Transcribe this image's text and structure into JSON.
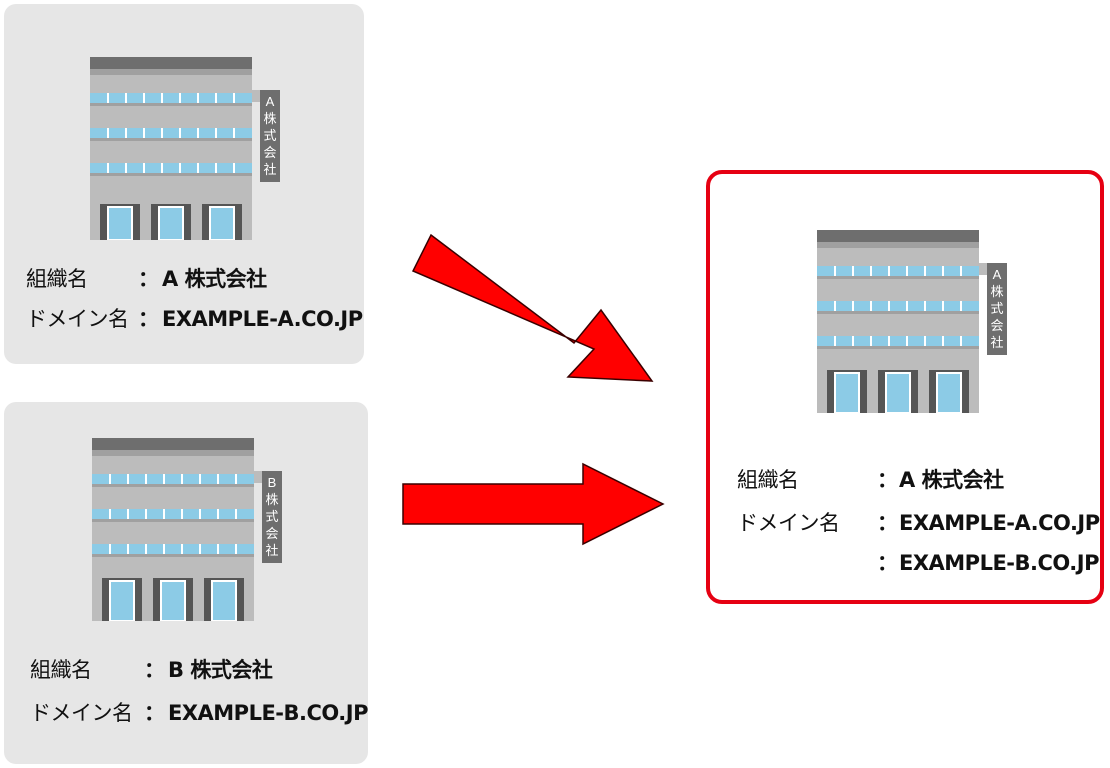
{
  "companies": [
    {
      "sign": [
        "A",
        "株",
        "式",
        "会",
        "社"
      ],
      "org_label": "組織名",
      "org_value": "A 株式会社",
      "domain_label": "ドメイン名",
      "domain_value": "EXAMPLE-A.CO.JP"
    },
    {
      "sign": [
        "B",
        "株",
        "式",
        "会",
        "社"
      ],
      "org_label": "組織名",
      "org_value": "B 株式会社",
      "domain_label": "ドメイン名",
      "domain_value": "EXAMPLE-B.CO.JP"
    }
  ],
  "merged": {
    "sign": [
      "A",
      "株",
      "式",
      "会",
      "社"
    ],
    "org_label": "組織名",
    "org_value": "A 株式会社",
    "domain_label": "ドメイン名",
    "domain_values": [
      "EXAMPLE-A.CO.JP",
      "EXAMPLE-B.CO.JP"
    ]
  },
  "colon": "：",
  "colors": {
    "card_bg": "#e6e6e6",
    "highlight_border": "#e60012",
    "arrow_fill": "#ff0000",
    "arrow_stroke": "#3a0000",
    "building_body": "#bcbcbc",
    "building_roof": "#6e6e6e",
    "window_glass": "#8ccbe6",
    "sign_bg": "#6e6e6e"
  }
}
